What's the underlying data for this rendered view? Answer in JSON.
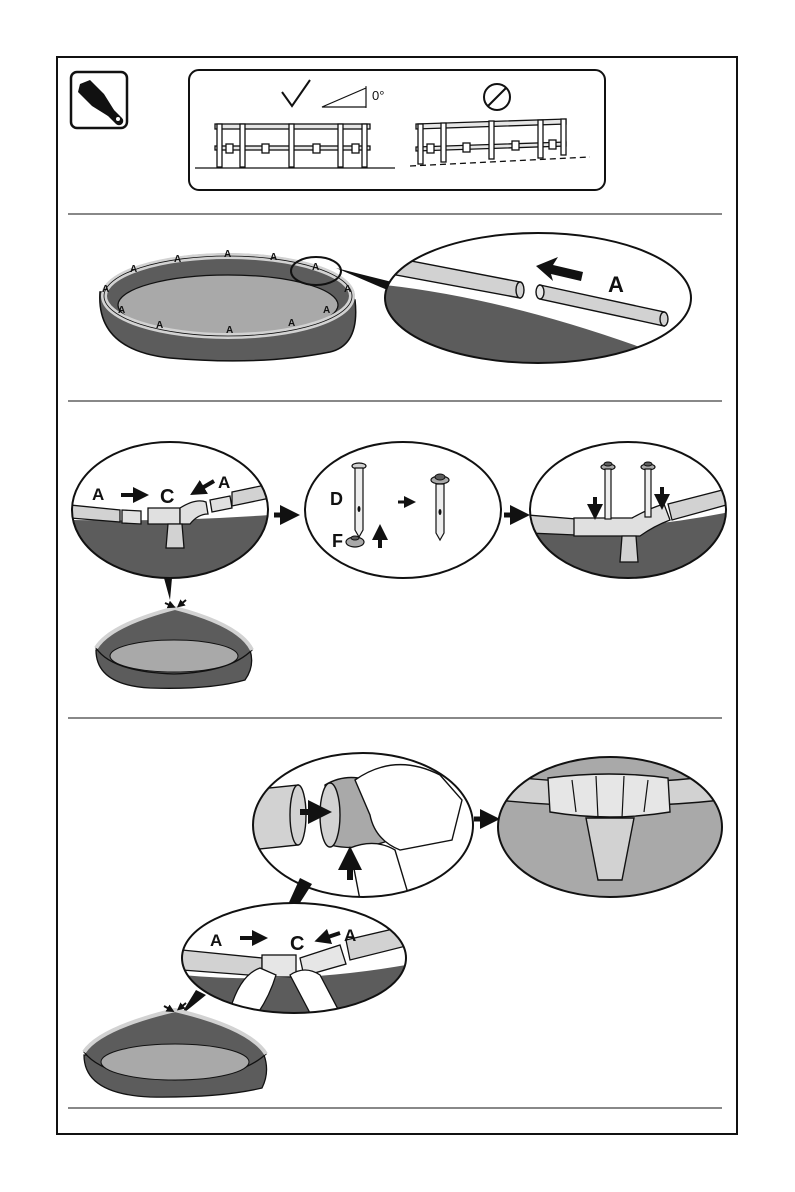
{
  "angle_label": "0°",
  "parts": {
    "a": "A",
    "c": "C",
    "d": "D",
    "f": "F"
  },
  "icons": {
    "tool": "wrench-icon",
    "ok": "checkmark-icon",
    "no": "prohibited-icon",
    "arrow": "arrow-icon"
  },
  "colors": {
    "outline": "#111111",
    "liner_dark": "#5c5c5c",
    "liner_floor": "#a9a9a9",
    "pipe": "#d2d2d2"
  }
}
